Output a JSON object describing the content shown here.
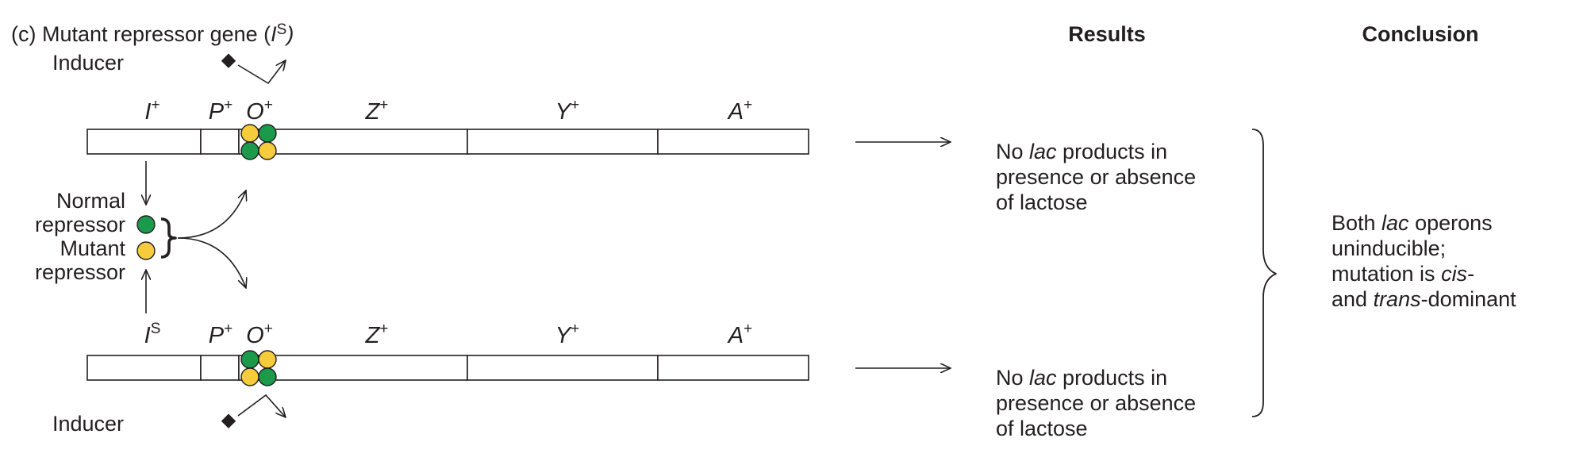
{
  "panel": {
    "title_main": "(c) Mutant repressor gene (",
    "title_gene": "I",
    "title_sup": "S",
    "title_close": ")"
  },
  "headers": {
    "results": "Results",
    "conclusion": "Conclusion"
  },
  "inducer_label": "Inducer",
  "top_operon": {
    "genes": [
      {
        "id": "i",
        "letter": "I",
        "sup": "+"
      },
      {
        "id": "p",
        "letter": "P",
        "sup": "+"
      },
      {
        "id": "o",
        "letter": "O",
        "sup": "+"
      },
      {
        "id": "z",
        "letter": "Z",
        "sup": "+"
      },
      {
        "id": "y",
        "letter": "Y",
        "sup": "+"
      },
      {
        "id": "a",
        "letter": "A",
        "sup": "+"
      }
    ]
  },
  "bottom_operon": {
    "genes": [
      {
        "id": "i",
        "letter": "I",
        "sup": "S"
      },
      {
        "id": "p",
        "letter": "P",
        "sup": "+"
      },
      {
        "id": "o",
        "letter": "O",
        "sup": "+"
      },
      {
        "id": "z",
        "letter": "Z",
        "sup": "+"
      },
      {
        "id": "y",
        "letter": "Y",
        "sup": "+"
      },
      {
        "id": "a",
        "letter": "A",
        "sup": "+"
      }
    ]
  },
  "repressors": {
    "normal_line1": "Normal",
    "normal_line2": "repressor",
    "mutant_line1": "Mutant",
    "mutant_line2": "repressor"
  },
  "results": {
    "top": {
      "line1_pre": "No ",
      "line1_italic": "lac",
      "line1_post": " products in",
      "line2": "presence or absence",
      "line3": "of lactose"
    },
    "bottom": {
      "line1_pre": "No ",
      "line1_italic": "lac",
      "line1_post": " products in",
      "line2": "presence or absence",
      "line3": "of lactose"
    }
  },
  "conclusion": {
    "line1_pre": "Both ",
    "line1_italic": "lac",
    "line1_post": " operons",
    "line2": "uninducible;",
    "line3_pre": "mutation is ",
    "line3_italic": "cis",
    "line3_post": "-",
    "line4_pre": "and ",
    "line4_italic": "trans",
    "line4_post": "-dominant"
  },
  "colors": {
    "normal_repressor": "#1a9a4a",
    "mutant_repressor": "#f6cb3c",
    "ink": "#231f20"
  }
}
